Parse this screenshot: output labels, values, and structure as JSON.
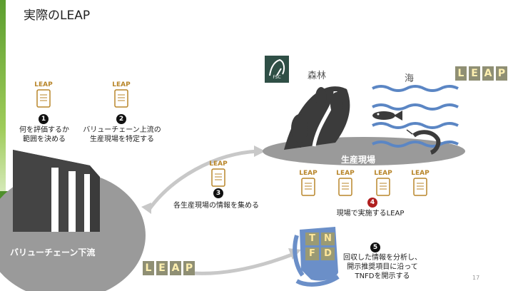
{
  "title": "実際のLEAP",
  "page_number": "17",
  "doc_label": "LEAP",
  "steps": {
    "s1": {
      "num": "1",
      "text_line1": "何を評価するか",
      "text_line2": "範囲を決める"
    },
    "s2": {
      "num": "2",
      "text_line1": "バリューチェーン上流の",
      "text_line2": "生産現場を特定する"
    },
    "s3": {
      "num": "3",
      "text_line1": "各生産現場の情報を集める"
    },
    "s4": {
      "num": "4",
      "text_line1": "現場で実施するLEAP"
    },
    "s5": {
      "num": "5",
      "text_line1": "回収した情報を分析し、",
      "text_line2": "開示推奨項目に沿って",
      "text_line3": "TNFDを開示する"
    }
  },
  "labels": {
    "forest": "森林",
    "sea": "海",
    "site": "生産現場",
    "downstream": "バリューチェーン下流",
    "fsc": "FSC"
  },
  "leap_tiles_right": [
    "L",
    "E",
    "A",
    "P"
  ],
  "leap_tiles_bottom": [
    "L",
    "E",
    "A",
    "P"
  ],
  "tnfd_tiles": [
    "T",
    "N",
    "F",
    "D"
  ],
  "colors": {
    "accent": "#5c9e2f",
    "gold": "#b8862a",
    "tile": "#8f8f74",
    "water": "#5b86c4",
    "island": "#9a9a9a",
    "building": "#3b3b3b"
  }
}
